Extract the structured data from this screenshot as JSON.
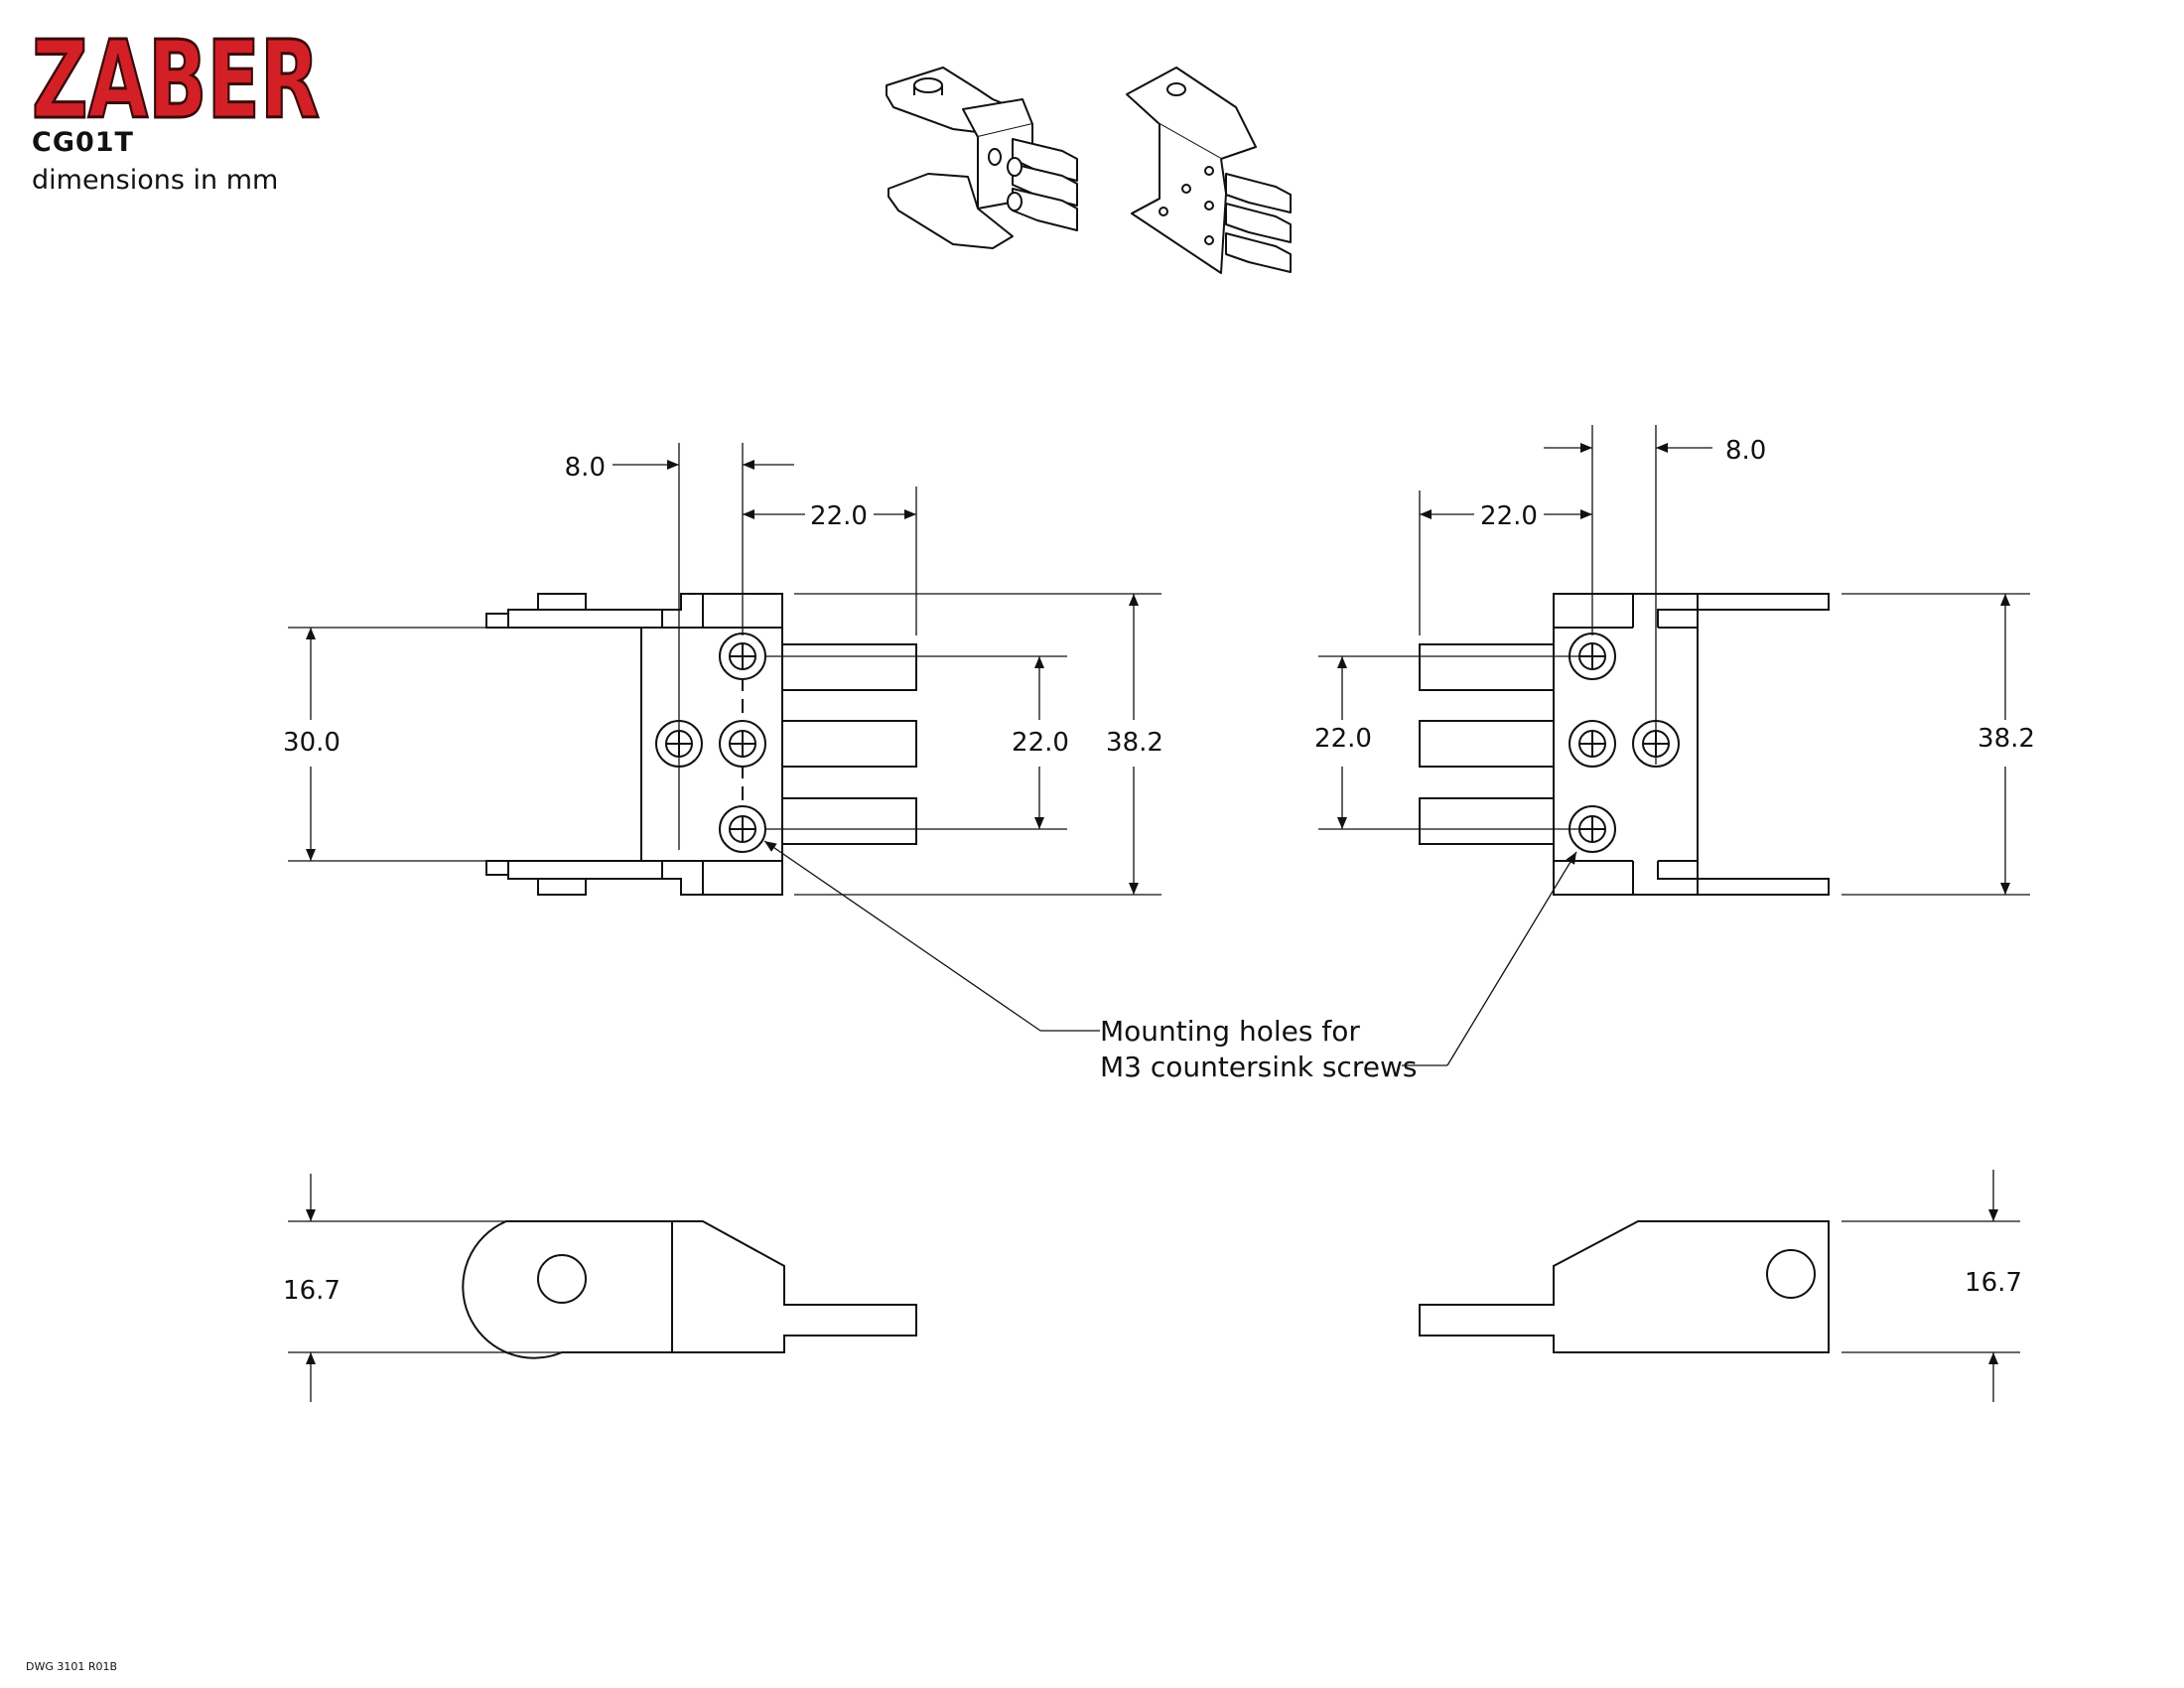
{
  "header": {
    "brand": "ZABER",
    "brand_color": "#d32027",
    "part_number": "CG01T",
    "units_note": "dimensions in mm"
  },
  "dimensions": {
    "top_left": {
      "offset": "8.0",
      "length": "22.0",
      "inner_width": "30.0",
      "hole_spacing": "22.0",
      "overall_height": "38.2"
    },
    "top_right": {
      "offset": "8.0",
      "length": "22.0",
      "hole_spacing": "22.0",
      "overall_height": "38.2"
    },
    "side_left": {
      "thickness": "16.7"
    },
    "side_right": {
      "thickness": "16.7"
    }
  },
  "callout": {
    "line1": "Mounting holes for",
    "line2": "M3 countersink screws"
  },
  "footer": {
    "drawing_number": "DWG 3101 R01B"
  }
}
